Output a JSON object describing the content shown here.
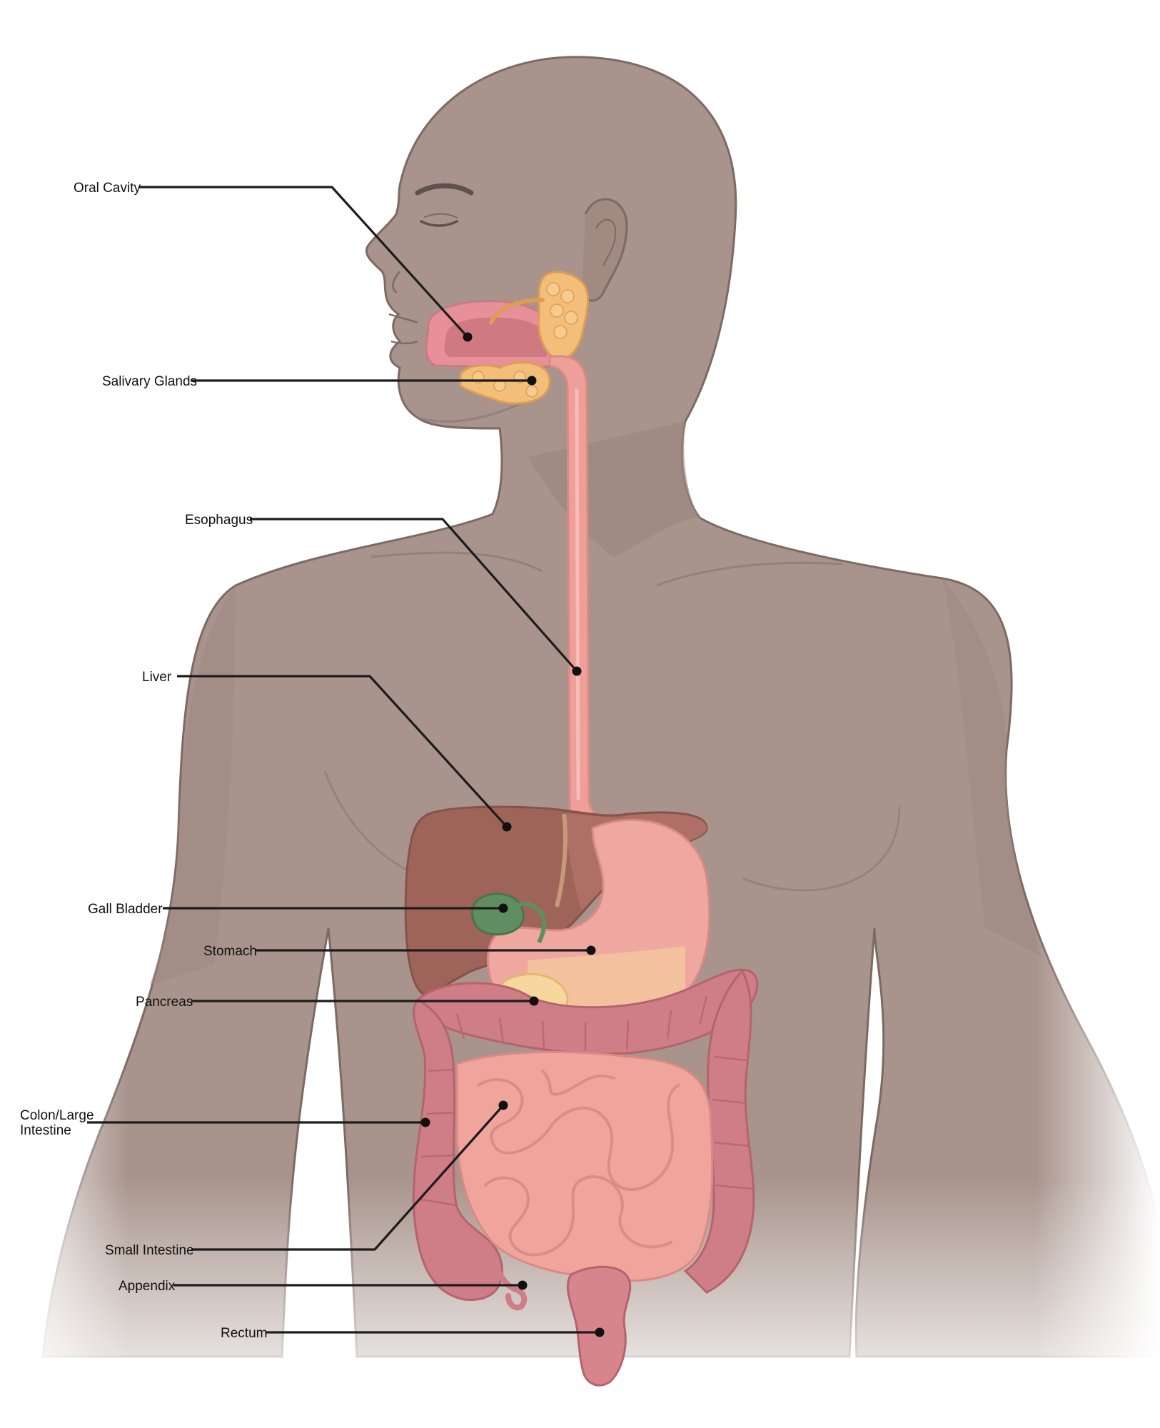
{
  "colors": {
    "background": "#ffffff",
    "skin": "#a8948c",
    "skin_shadow": "#97837b",
    "skin_outline": "#7c6a63",
    "mouth": "#e8909a",
    "mouth_inner": "#cf7a82",
    "salivary": "#f3be7a",
    "esophagus": "#ee9f98",
    "liver": "#9f6459",
    "liver_light": "#b27368",
    "gall_bladder": "#5e8e62",
    "stomach": "#efa8a0",
    "pancreas": "#f6d79d",
    "colon": "#cf7d86",
    "small_intestine": "#efa59c",
    "rectum": "#d7858c",
    "leader_line": "#1c1c1c",
    "text": "#111111"
  },
  "labels": {
    "oral_cavity": "Oral Cavity",
    "salivary_glands": "Salivary Glands",
    "esophagus": "Esophagus",
    "liver": "Liver",
    "gall_bladder": "Gall Bladder",
    "stomach": "Stomach",
    "pancreas": "Pancreas",
    "colon_line1": "Colon/Large",
    "colon_line2": "Intestine",
    "small_intestine": "Small Intestine",
    "appendix": "Appendix",
    "rectum": "Rectum"
  }
}
